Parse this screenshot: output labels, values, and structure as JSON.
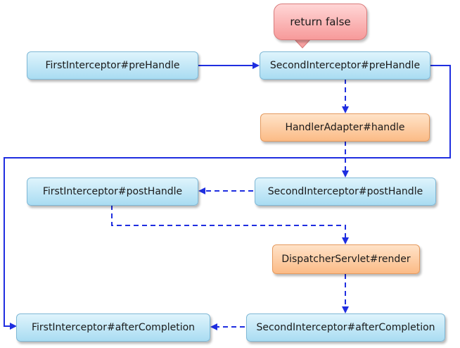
{
  "callout": {
    "text": "return false"
  },
  "nodes": {
    "first_pre": "FirstInterceptor#preHandle",
    "second_pre": "SecondInterceptor#preHandle",
    "handler_adapter": "HandlerAdapter#handle",
    "first_post": "FirstInterceptor#postHandle",
    "second_post": "SecondInterceptor#postHandle",
    "dispatcher_render": "DispatcherServlet#render",
    "first_after": "FirstInterceptor#afterCompletion",
    "second_after": "SecondInterceptor#afterCompletion"
  },
  "colors": {
    "edge": "#1f2ee0",
    "node_blue": "#bde6f6",
    "node_orange": "#fcc79a",
    "callout": "#f9aaaa"
  }
}
